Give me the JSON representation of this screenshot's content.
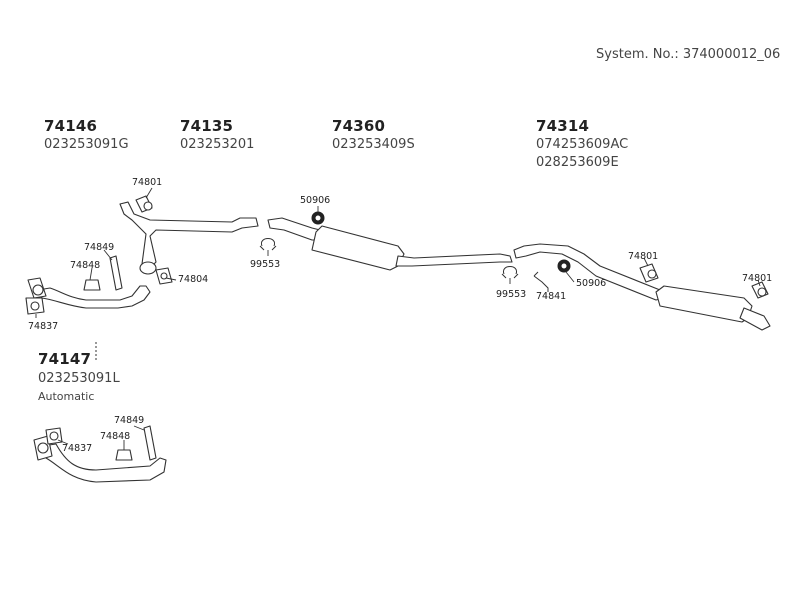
{
  "header": {
    "system_no": "System. No.: 374000012_06"
  },
  "groups": [
    {
      "part_no": "74146",
      "oem": [
        "023253091G"
      ]
    },
    {
      "part_no": "74135",
      "oem": [
        "023253201"
      ]
    },
    {
      "part_no": "74360",
      "oem": [
        "023253409S"
      ]
    },
    {
      "part_no": "74314",
      "oem": [
        "074253609AC",
        "028253609E"
      ]
    },
    {
      "part_no": "74147",
      "oem": [
        "023253091L"
      ],
      "note": "Automatic"
    }
  ],
  "accessories": {
    "a1": "74801",
    "a2": "74849",
    "a3": "74848",
    "a4": "74837",
    "a5": "74804",
    "a6": "50906",
    "a7": "99553",
    "a8": "99553",
    "a9": "74841",
    "a10": "50906",
    "a11": "74801",
    "a12": "74801",
    "a13": "74849",
    "a14": "74848",
    "a15": "74837"
  }
}
